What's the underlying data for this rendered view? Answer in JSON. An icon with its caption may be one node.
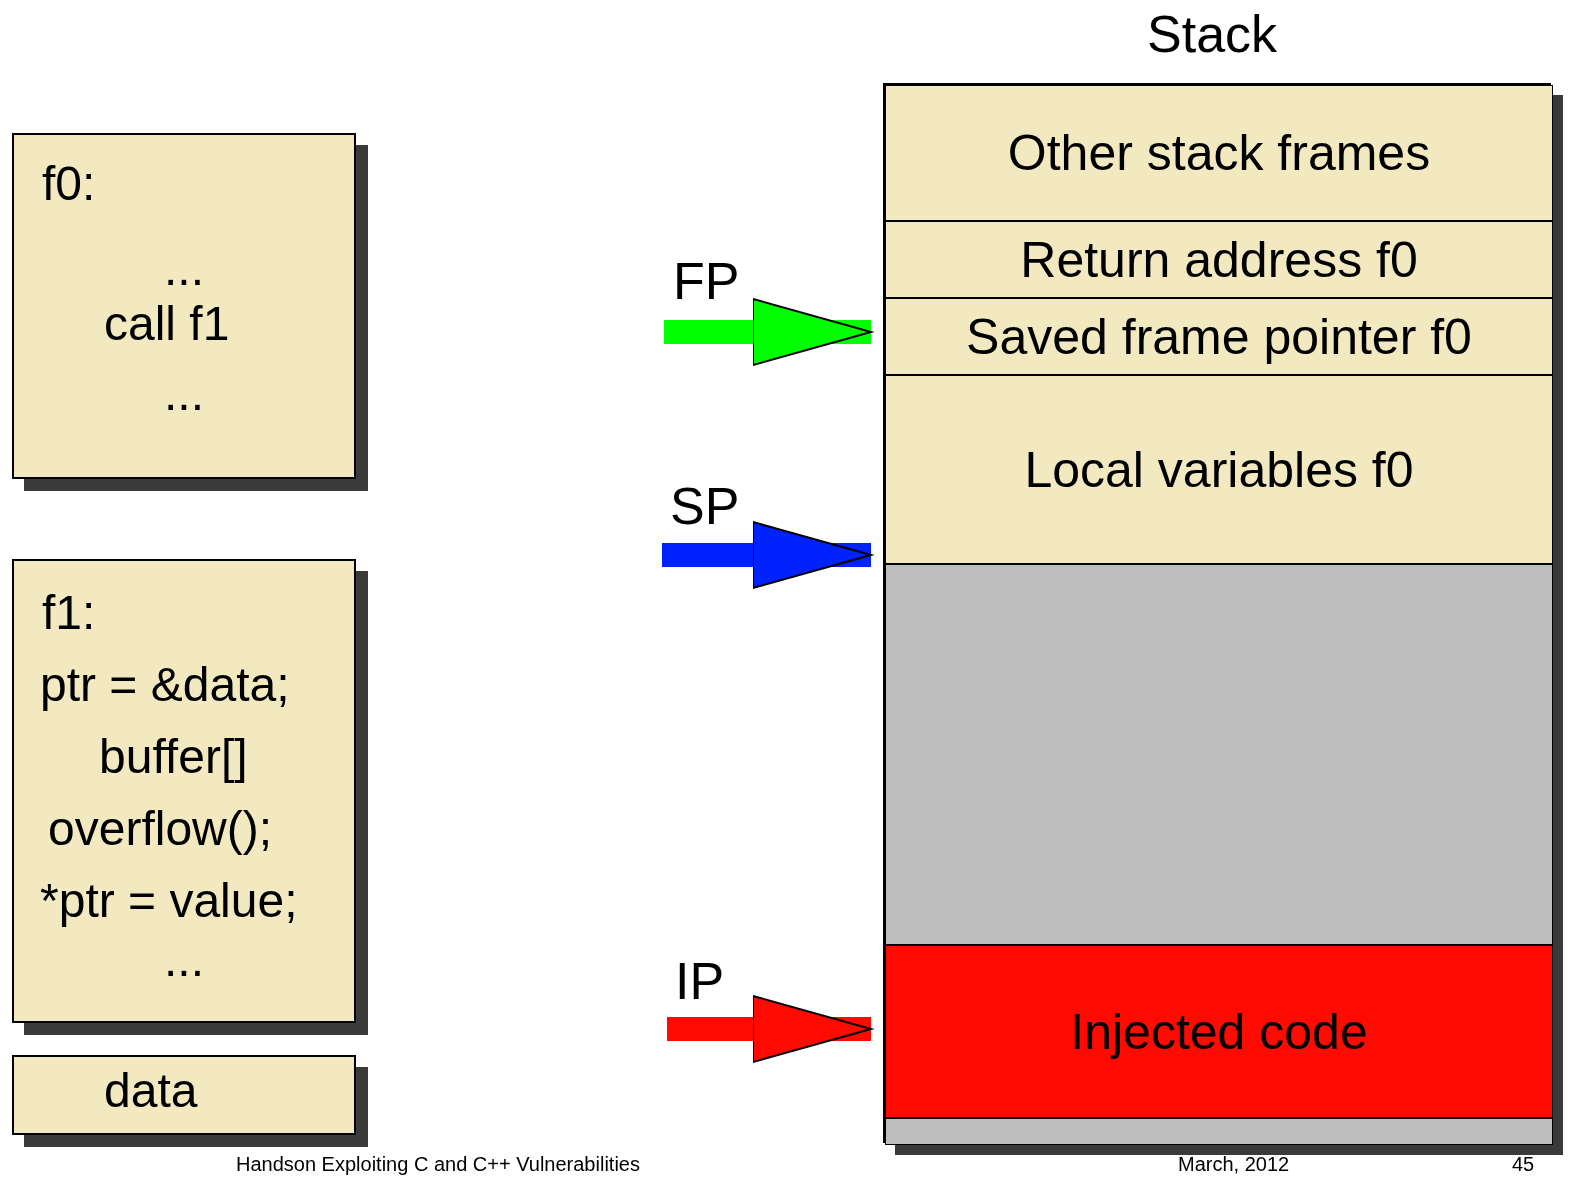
{
  "diagram": {
    "nodes": [
      {
        "text": [
          "f0:",
          "...",
          "call f1",
          "..."
        ]
      },
      {
        "text": [
          "f1:",
          "ptr = &data;",
          "buffer[]",
          "overflow();",
          "*ptr = value;",
          "..."
        ]
      },
      {
        "text": [
          "data"
        ]
      },
      {
        "text": [
          "Stack"
        ]
      },
      {
        "text": [
          "Other stack frames"
        ],
        "in": 3
      },
      {
        "text": [
          "Return address f0"
        ],
        "in": 3
      },
      {
        "text": [
          "Saved frame pointer f0"
        ],
        "in": 3
      },
      {
        "text": [
          "Local variables f0"
        ],
        "in": 3
      },
      {
        "text": [],
        "shape": "box",
        "in": 3
      },
      {
        "text": [
          "Injected code"
        ],
        "in": 3
      },
      {
        "text": [],
        "shape": "box",
        "in": 3
      }
    ],
    "edges": [
      {
        "from": null,
        "to": 6,
        "arrow": "to",
        "label": "FP",
        "color": "#00ff00"
      },
      {
        "from": null,
        "to": 7,
        "arrow": "to",
        "label": "SP",
        "color": "#0022ff"
      },
      {
        "from": null,
        "to": 9,
        "arrow": "to",
        "label": "IP",
        "color": "#ff0a00"
      }
    ],
    "labels": [
      "Handson Exploiting C and C++ Vulnerabilities",
      "March, 2012",
      "45"
    ]
  }
}
